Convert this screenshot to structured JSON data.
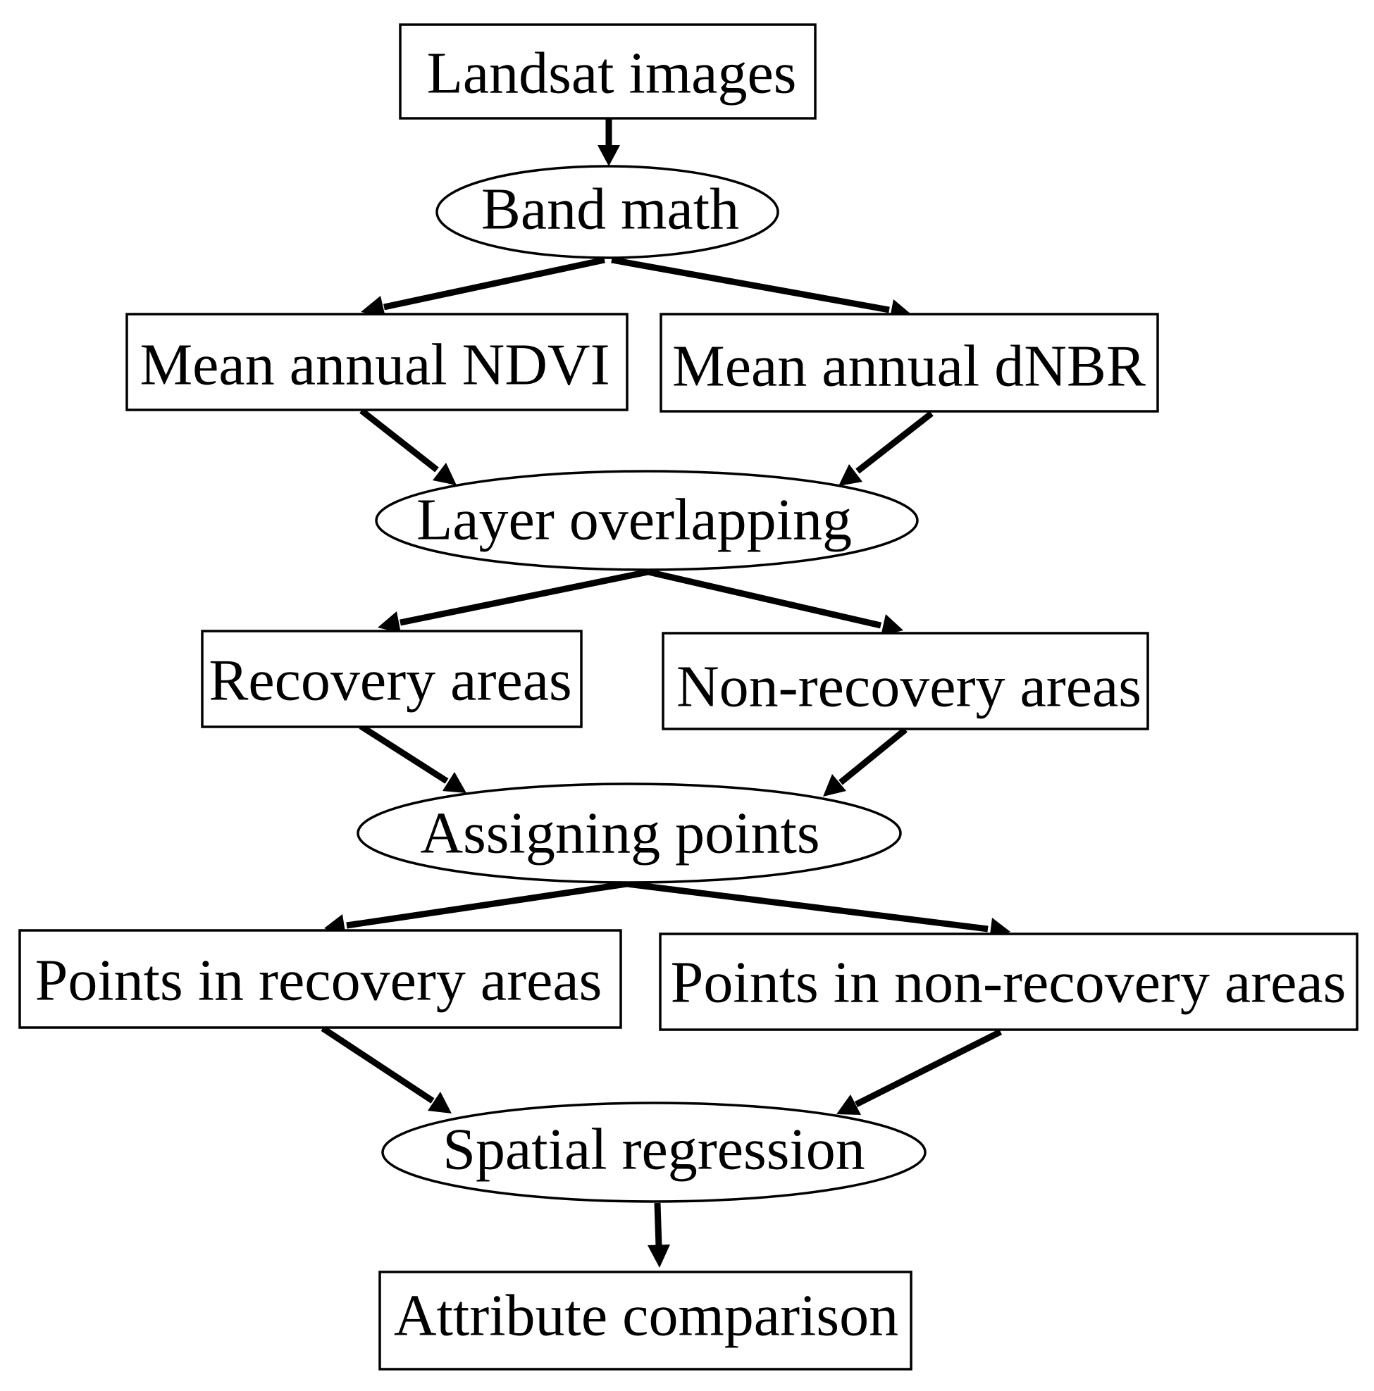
{
  "diagram": {
    "nodes": {
      "landsat_images": "Landsat images",
      "band_math": "Band math",
      "mean_annual_ndvi": "Mean annual NDVI",
      "mean_annual_dnbr": "Mean annual dNBR",
      "layer_overlapping": "Layer overlapping",
      "recovery_areas": "Recovery areas",
      "non_recovery_areas": "Non-recovery areas",
      "assigning_points": "Assigning points",
      "points_in_recovery_areas": "Points in recovery areas",
      "points_in_non_recovery_areas": "Points in non-recovery areas",
      "spatial_regression": "Spatial regression",
      "attribute_comparison": "Attribute comparison"
    },
    "edges": [
      {
        "from": "landsat_images",
        "to": "band_math"
      },
      {
        "from": "band_math",
        "to": "mean_annual_ndvi"
      },
      {
        "from": "band_math",
        "to": "mean_annual_dnbr"
      },
      {
        "from": "mean_annual_ndvi",
        "to": "layer_overlapping"
      },
      {
        "from": "mean_annual_dnbr",
        "to": "layer_overlapping"
      },
      {
        "from": "layer_overlapping",
        "to": "recovery_areas"
      },
      {
        "from": "layer_overlapping",
        "to": "non_recovery_areas"
      },
      {
        "from": "recovery_areas",
        "to": "assigning_points"
      },
      {
        "from": "non_recovery_areas",
        "to": "assigning_points"
      },
      {
        "from": "assigning_points",
        "to": "points_in_recovery_areas"
      },
      {
        "from": "assigning_points",
        "to": "points_in_non_recovery_areas"
      },
      {
        "from": "points_in_recovery_areas",
        "to": "spatial_regression"
      },
      {
        "from": "points_in_non_recovery_areas",
        "to": "spatial_regression"
      },
      {
        "from": "spatial_regression",
        "to": "attribute_comparison"
      }
    ]
  }
}
